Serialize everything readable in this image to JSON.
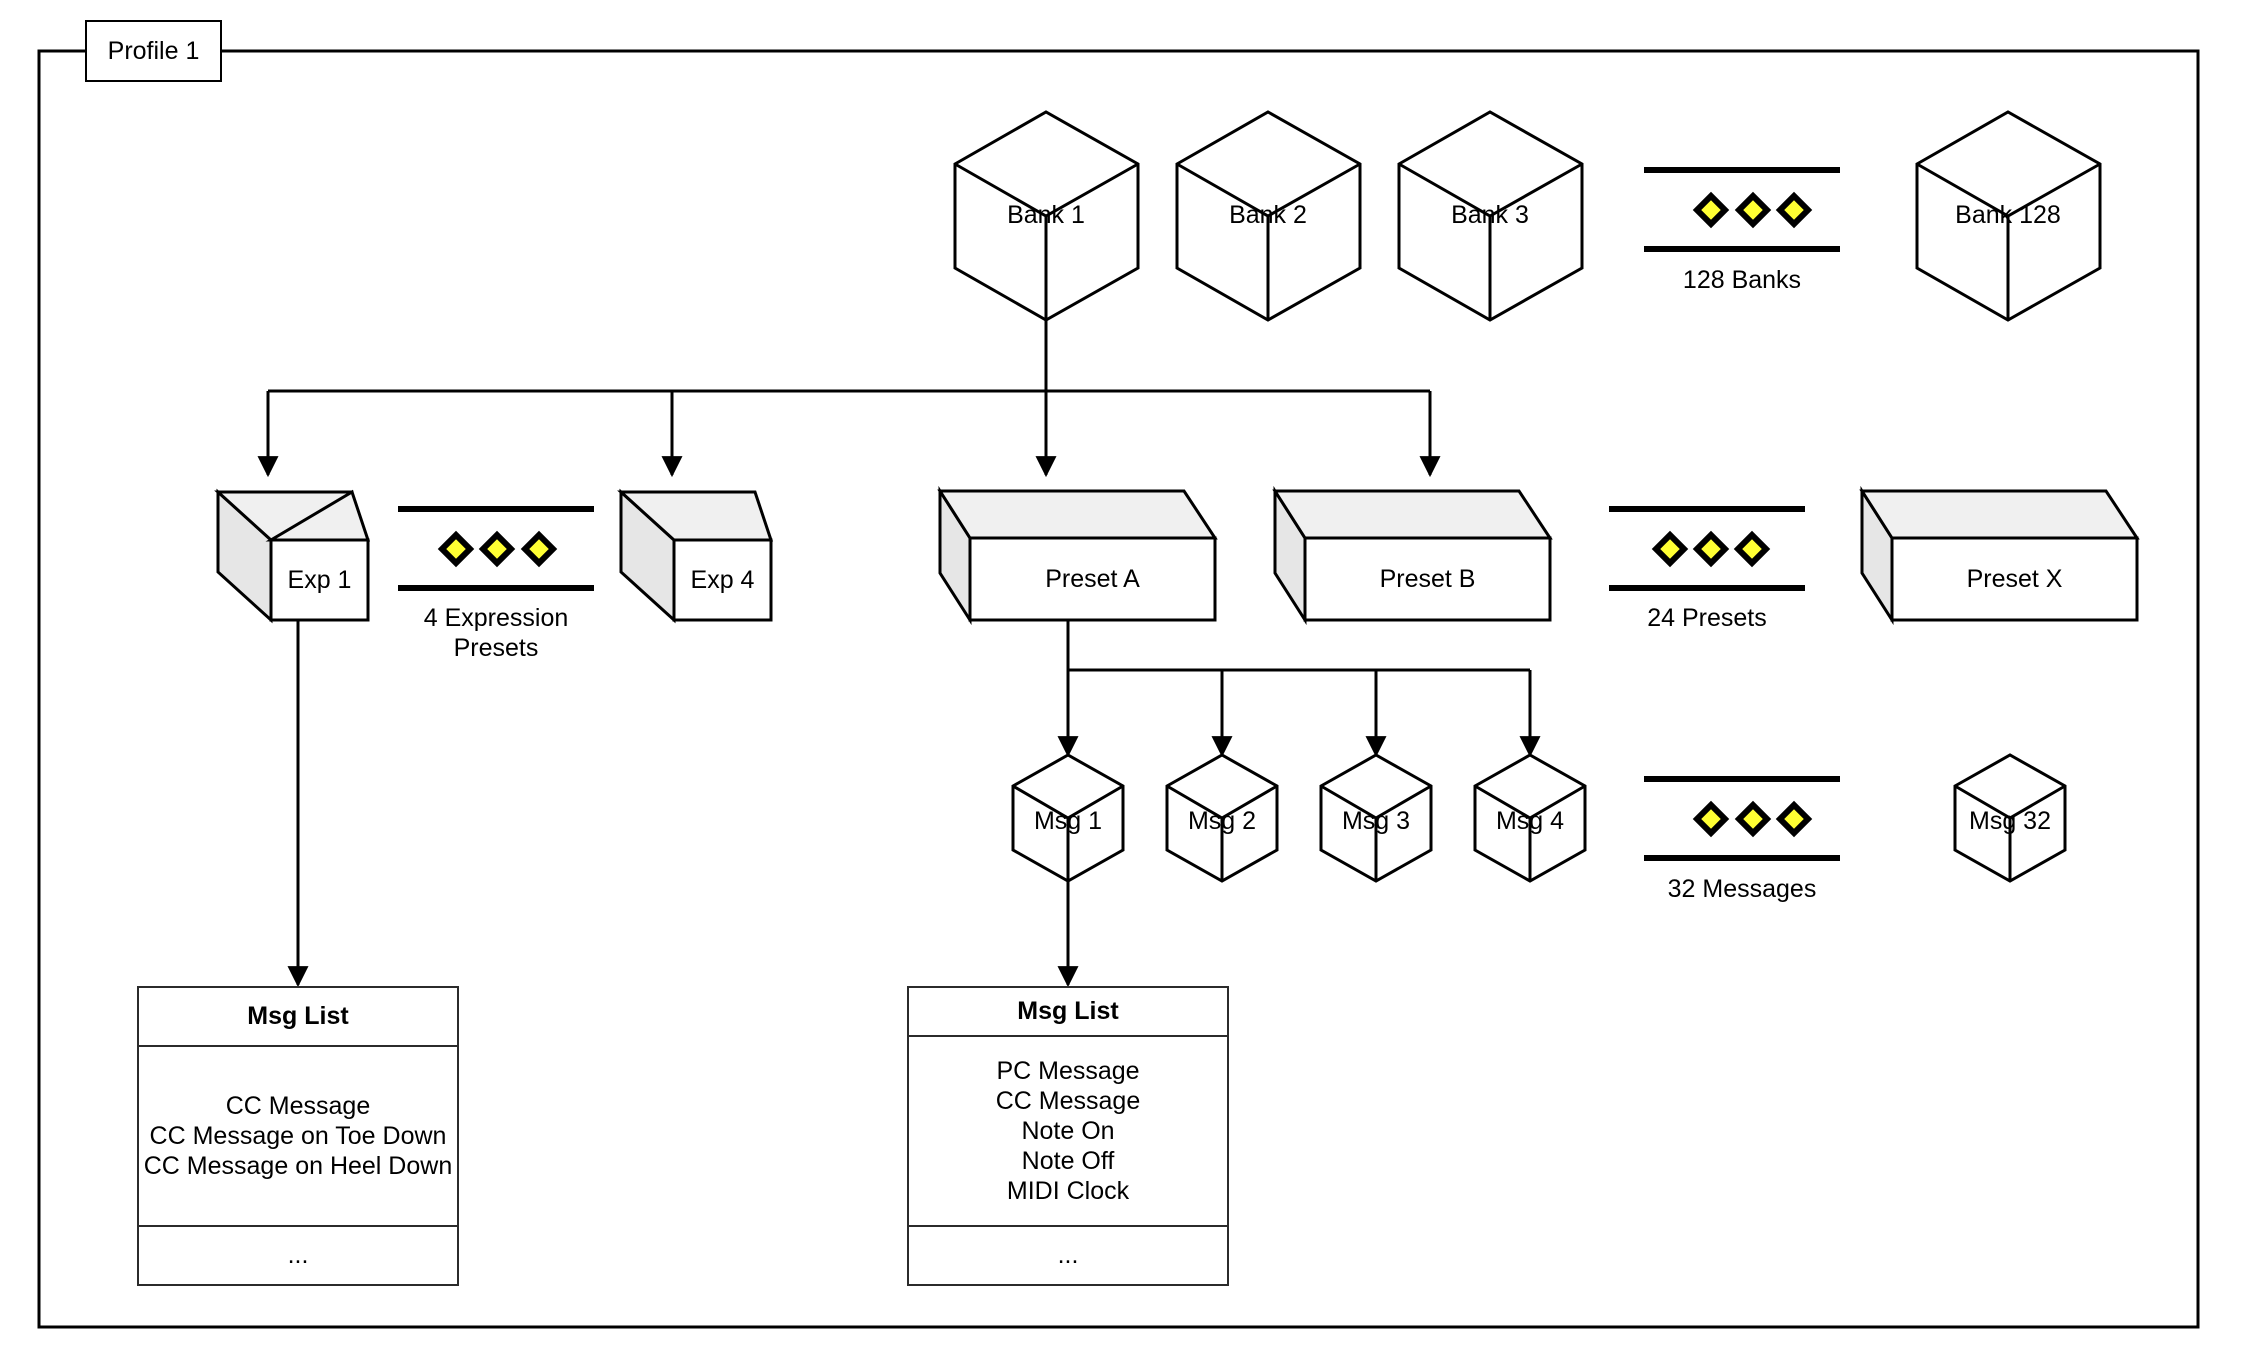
{
  "diagram": {
    "title": "Profile 1",
    "colors": {
      "line": "#000000",
      "cube_front": "#ffffff",
      "cube_top": "#f0f0f0",
      "cube_side": "#e6e6e6",
      "diamond_fill": "#ffff33",
      "diamond_stroke": "#000000",
      "table_border": "#2b2b2b",
      "background": "#ffffff"
    }
  },
  "banks": {
    "items": [
      {
        "label": "Bank 1"
      },
      {
        "label": "Bank 2"
      },
      {
        "label": "Bank 3"
      },
      {
        "label": "Bank 128"
      }
    ],
    "ellipsis_caption": "128 Banks"
  },
  "expression_presets": {
    "items": [
      {
        "label": "Exp 1"
      },
      {
        "label": "Exp 4"
      }
    ],
    "ellipsis_caption_line1": "4 Expression",
    "ellipsis_caption_line2": "Presets"
  },
  "presets": {
    "items": [
      {
        "label": "Preset A"
      },
      {
        "label": "Preset B"
      },
      {
        "label": "Preset X"
      }
    ],
    "ellipsis_caption": "24 Presets"
  },
  "messages": {
    "items": [
      {
        "label": "Msg 1"
      },
      {
        "label": "Msg 2"
      },
      {
        "label": "Msg 3"
      },
      {
        "label": "Msg 4"
      },
      {
        "label": "Msg 32"
      }
    ],
    "ellipsis_caption": "32 Messages"
  },
  "msg_list_expression": {
    "header": "Msg List",
    "rows": [
      "CC Message",
      "CC Message on Toe Down",
      "CC Message on Heel Down"
    ],
    "footer": "..."
  },
  "msg_list_preset": {
    "header": "Msg List",
    "rows": [
      "PC Message",
      "CC Message",
      "Note On",
      "Note Off",
      "MIDI Clock"
    ],
    "footer": "..."
  }
}
